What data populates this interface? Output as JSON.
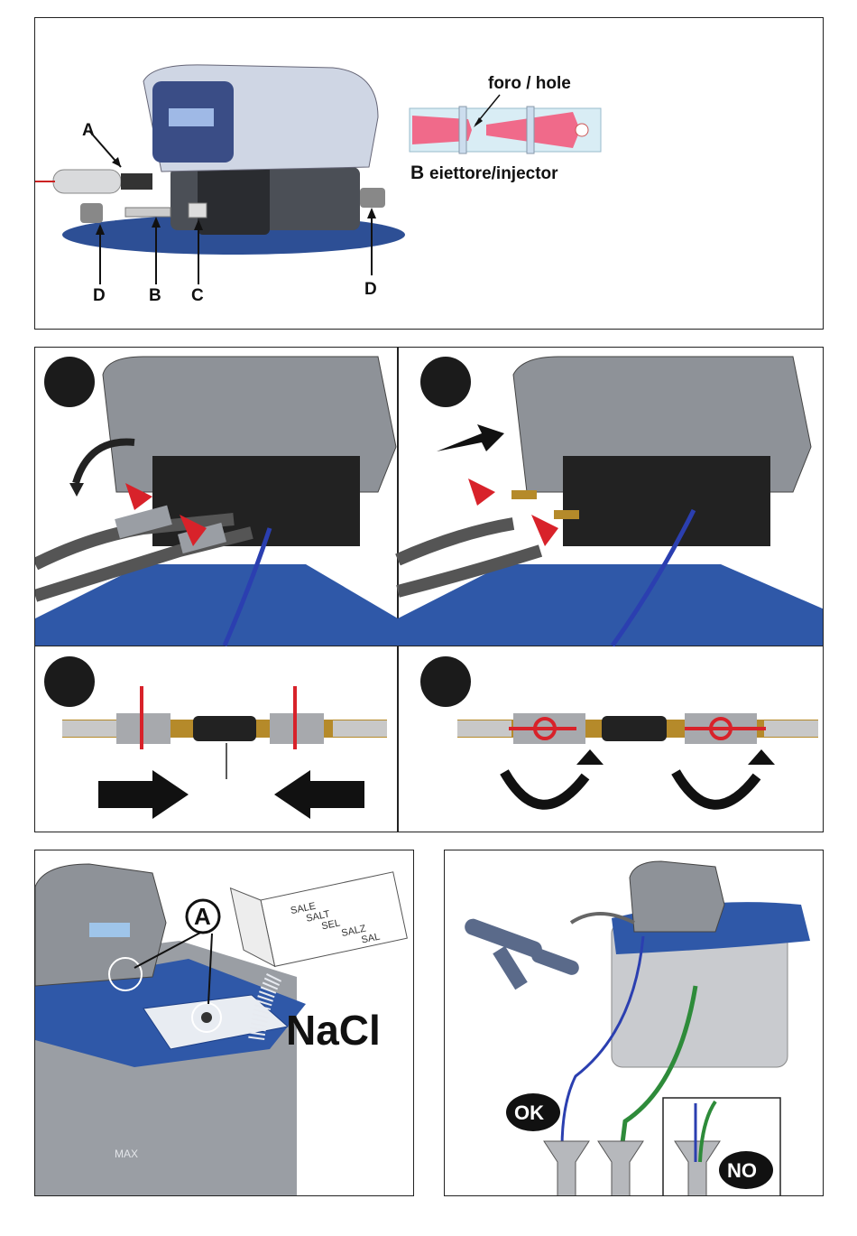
{
  "top_panel": {
    "labels": {
      "A": "A",
      "B": "B",
      "C": "C",
      "D_left": "D",
      "D_right": "D"
    },
    "injector": {
      "hole_label": "foro / hole",
      "letter": "B",
      "caption": "eiettore/injector"
    }
  },
  "salt_panel": {
    "callout": "A",
    "box_words": [
      "SALE",
      "SALT",
      "SEL",
      "SALZ",
      "SAL"
    ],
    "nacl": "NaCl",
    "max": "MAX"
  },
  "drain_panel": {
    "ok": "OK",
    "no": "NO"
  },
  "colors": {
    "blue": "#2f58a8",
    "red": "#d8222a",
    "grey": "#9a9ea4",
    "dark": "#2a2a2a",
    "brass": "#b58a2a",
    "green": "#2e8b3a"
  }
}
